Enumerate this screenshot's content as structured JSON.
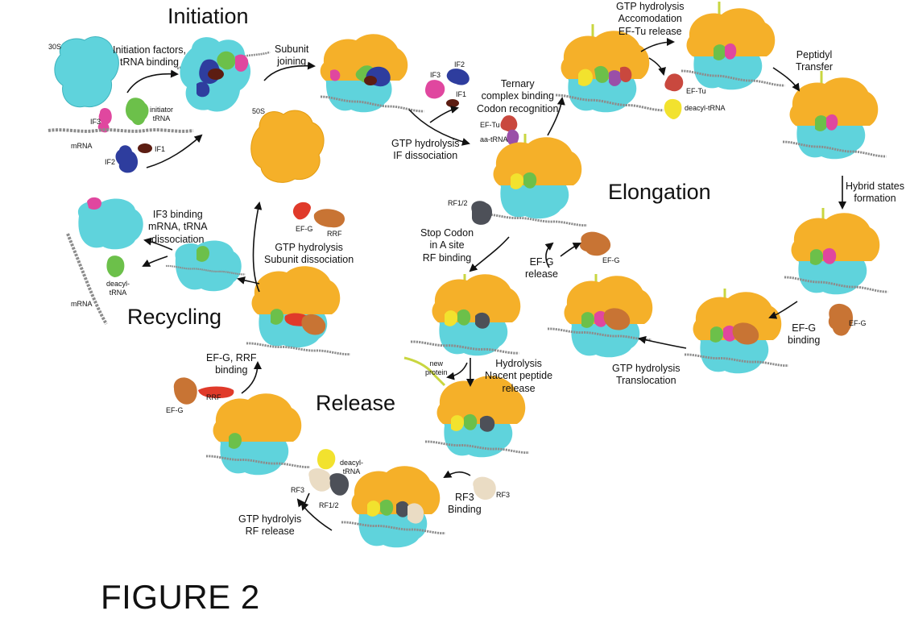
{
  "headings": {
    "initiation": "Initiation",
    "elongation": "Elongation",
    "release": "Release",
    "recycling": "Recycling"
  },
  "figure_label": "FIGURE 2",
  "steps": {
    "init_factors": "Initiation factors,\ntRNA binding",
    "subunit_joining": "Subunit\njoining",
    "gtp_if": "GTP hydrolysis\nIF dissociation",
    "ternary": "Ternary\ncomplex binding\nCodon recognition",
    "gtp_accom": "GTP hydrolysis\nAccomodation\nEF-Tu release",
    "peptidyl": "Peptidyl\nTransfer",
    "hybrid": "Hybrid states\nformation",
    "efg_binding": "EF-G\nbinding",
    "gtp_transloc": "GTP hydrolysis\nTranslocation",
    "efg_release": "EF-G\nrelease",
    "stop_codon": "Stop Codon\nin A site\nRF binding",
    "hydrolysis": "Hydrolysis\nNacent peptide\nrelease",
    "rf3_binding": "RF3\nBinding",
    "gtp_rf": "GTP hydrolyis\nRF release",
    "efg_rrf": "EF-G, RRF\nbinding",
    "gtp_subunit": "GTP hydrolysis\nSubunit dissociation",
    "if3_binding": "IF3 binding\nmRNA, tRNA\ndissociation"
  },
  "molecules": {
    "s30": "30S",
    "s50": "50S",
    "initiator": "initiator\ntRNA",
    "if3_a": "IF3",
    "if2_a": "IF2",
    "if1_a": "IF1",
    "mrna_a": "mRNA",
    "if3_b": "IF3",
    "if2_b": "IF2",
    "if1_b": "IF1",
    "eftu_a": "EF-Tu",
    "aatrna": "aa-tRNA",
    "eftu_b": "EF-Tu",
    "deacyl_a": "deacyl-tRNA",
    "rf12_a": "RF1/2",
    "efg_a": "EF-G",
    "efg_b": "EF-G",
    "new_protein": "new\nprotein",
    "rf3_a": "RF3",
    "deacyl_b": "deacyl-\ntRNA",
    "rf3_b": "RF3",
    "rf12_b": "RF1/2",
    "efg_c": "EF-G",
    "rrf_a": "RRF",
    "efg_d": "EF-G",
    "rrf_b": "RRF",
    "deacyl_c": "deacyl-\ntRNA",
    "mrna_b": "mRNA"
  },
  "colors": {
    "small_subunit": "#5fd3dc",
    "large_subunit": "#f5b029",
    "mrna": "#8c8c8c",
    "trna_green": "#6cc04a",
    "trna_yellow": "#f2e22e",
    "if3": "#e0479f",
    "if2": "#2e3d9e",
    "if1": "#5c1d12",
    "eftu": "#c9483e",
    "efg": "#c87434",
    "rrf": "#e03a2a",
    "rf12": "#4d5058",
    "rf3": "#eadcc4",
    "nascent": "#c9d640"
  }
}
